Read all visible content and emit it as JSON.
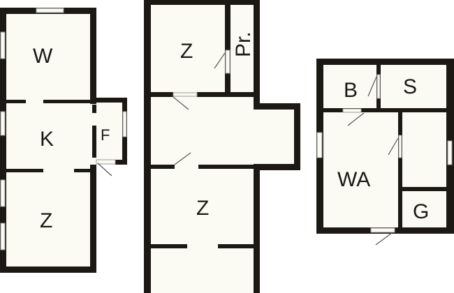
{
  "plan_left": {
    "rooms": {
      "w": "W",
      "k": "K",
      "f": "F",
      "z": "Z"
    }
  },
  "plan_middle": {
    "rooms": {
      "z_top": "Z",
      "pr": "Pr.",
      "z_bottom": "Z"
    }
  },
  "plan_right": {
    "rooms": {
      "b": "B",
      "s": "S",
      "wa": "WA",
      "g": "G"
    }
  }
}
